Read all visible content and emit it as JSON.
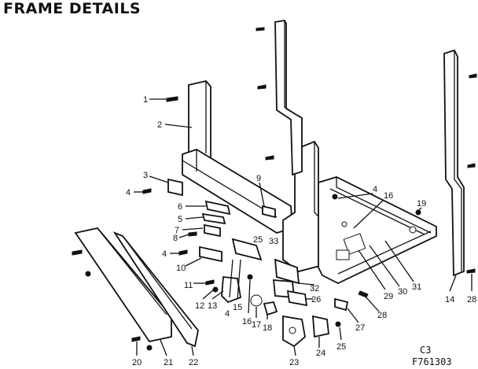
{
  "title": "FRAME DETAILS",
  "page_ref": "C3",
  "figure_number": "F761303",
  "callouts": [
    "1",
    "2",
    "3",
    "4",
    "6",
    "5",
    "7",
    "8",
    "4",
    "10",
    "11",
    "12",
    "13",
    "4",
    "15",
    "16",
    "17",
    "18",
    "9",
    "25",
    "33",
    "4",
    "16",
    "19",
    "29",
    "30",
    "31",
    "32",
    "26",
    "28",
    "27",
    "25",
    "24",
    "23",
    "20",
    "21",
    "22",
    "14",
    "28"
  ]
}
